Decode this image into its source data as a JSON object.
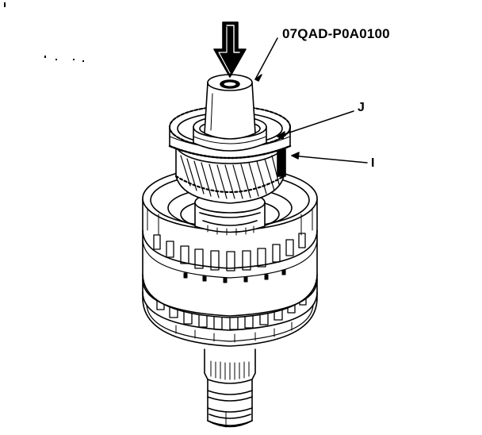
{
  "labels": {
    "tool": "07QAD-P0A0100",
    "j": "J",
    "i": "I"
  },
  "icons": {
    "press_arrow": "down-arrow-icon"
  },
  "colors": {
    "line": "#000000",
    "background": "#ffffff"
  }
}
